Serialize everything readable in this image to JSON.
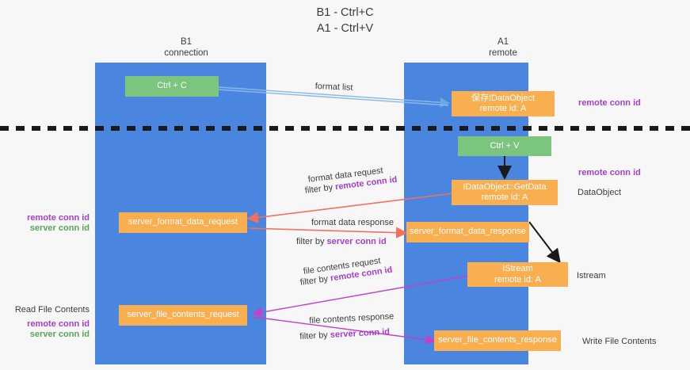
{
  "diagram": {
    "title": "B1 - Ctrl+C\nA1 - Ctrl+V",
    "background_color": "#f7f7f7",
    "lane_color": "#4a86e0",
    "node_green_color": "#7cc57e",
    "node_orange_color": "#f9ae50",
    "accent_purple": "#a43fc9",
    "accent_green": "#5aa45c",
    "edge_blue": "#8ab9e8",
    "edge_red": "#f4705e",
    "edge_magenta": "#c63fc6",
    "edge_black": "#1a1a1a"
  },
  "lanes": [
    {
      "id": "b1",
      "header": "B1\nconnection"
    },
    {
      "id": "a1",
      "header": "A1\nremote"
    }
  ],
  "nodes": [
    {
      "id": "ctrl-c",
      "label": "Ctrl + C",
      "color": "green"
    },
    {
      "id": "save-idataobject",
      "label": "保存IDataObject\nremote id: A",
      "color": "orange"
    },
    {
      "id": "ctrl-v",
      "label": "Ctrl + V",
      "color": "green"
    },
    {
      "id": "idataobject-getdata",
      "label": "IDataObject::GetData\nremote id: A",
      "color": "orange"
    },
    {
      "id": "server-format-data-request",
      "label": "server_format_data_request",
      "color": "orange"
    },
    {
      "id": "server-format-data-response",
      "label": "server_format_data_response",
      "color": "orange"
    },
    {
      "id": "istream",
      "label": "IStream\nremote id: A",
      "color": "orange"
    },
    {
      "id": "server-file-contents-request",
      "label": "server_file_contents_request",
      "color": "orange"
    },
    {
      "id": "server-file-contents-response",
      "label": "server_file_contents_response",
      "color": "orange"
    }
  ],
  "edge_labels": [
    {
      "id": "format-list",
      "text": "format list"
    },
    {
      "id": "format-data-request",
      "text": "format data request"
    },
    {
      "id": "format-data-response",
      "text": "format data response"
    },
    {
      "id": "file-contents-request",
      "text": "file contents request"
    },
    {
      "id": "file-contents-response",
      "text": "file contents response"
    }
  ],
  "filters": [
    {
      "id": "filter-remote-1",
      "prefix": "filter by ",
      "key": "remote conn id"
    },
    {
      "id": "filter-server-1",
      "prefix": "filter by ",
      "key": "server conn id"
    },
    {
      "id": "filter-remote-2",
      "prefix": "filter by ",
      "key": "remote conn id"
    },
    {
      "id": "filter-server-2",
      "prefix": "filter by ",
      "key": "server conn id"
    }
  ],
  "side_notes": {
    "right_remote_conn_id_top": "remote conn id",
    "right_remote_conn_id_mid": "remote conn id",
    "right_dataobject": "DataObject",
    "right_istream": "Istream",
    "right_write_file_contents": "Write File Contents",
    "left_remote_conn_id_1": "remote conn id",
    "left_server_conn_id_1": "server conn id",
    "left_read_file_contents": "Read File Contents",
    "left_remote_conn_id_2": "remote conn id",
    "left_server_conn_id_2": "server conn id"
  }
}
